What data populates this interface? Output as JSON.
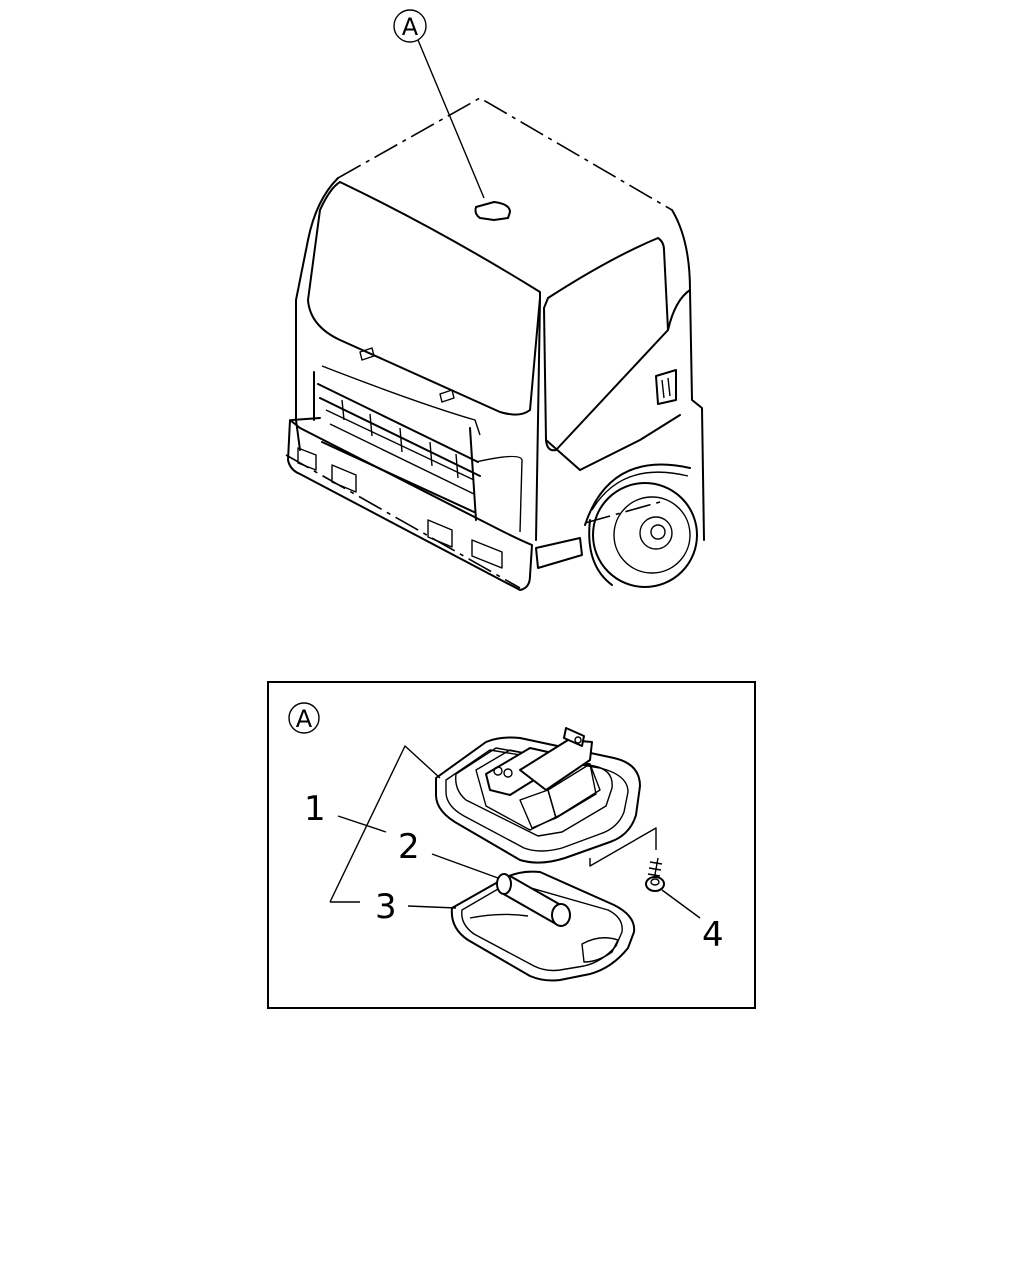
{
  "callouts": {
    "detail_marker": "A",
    "detail_box_marker": "A"
  },
  "parts": [
    {
      "label": "1"
    },
    {
      "label": "2"
    },
    {
      "label": "3"
    },
    {
      "label": "4"
    }
  ]
}
